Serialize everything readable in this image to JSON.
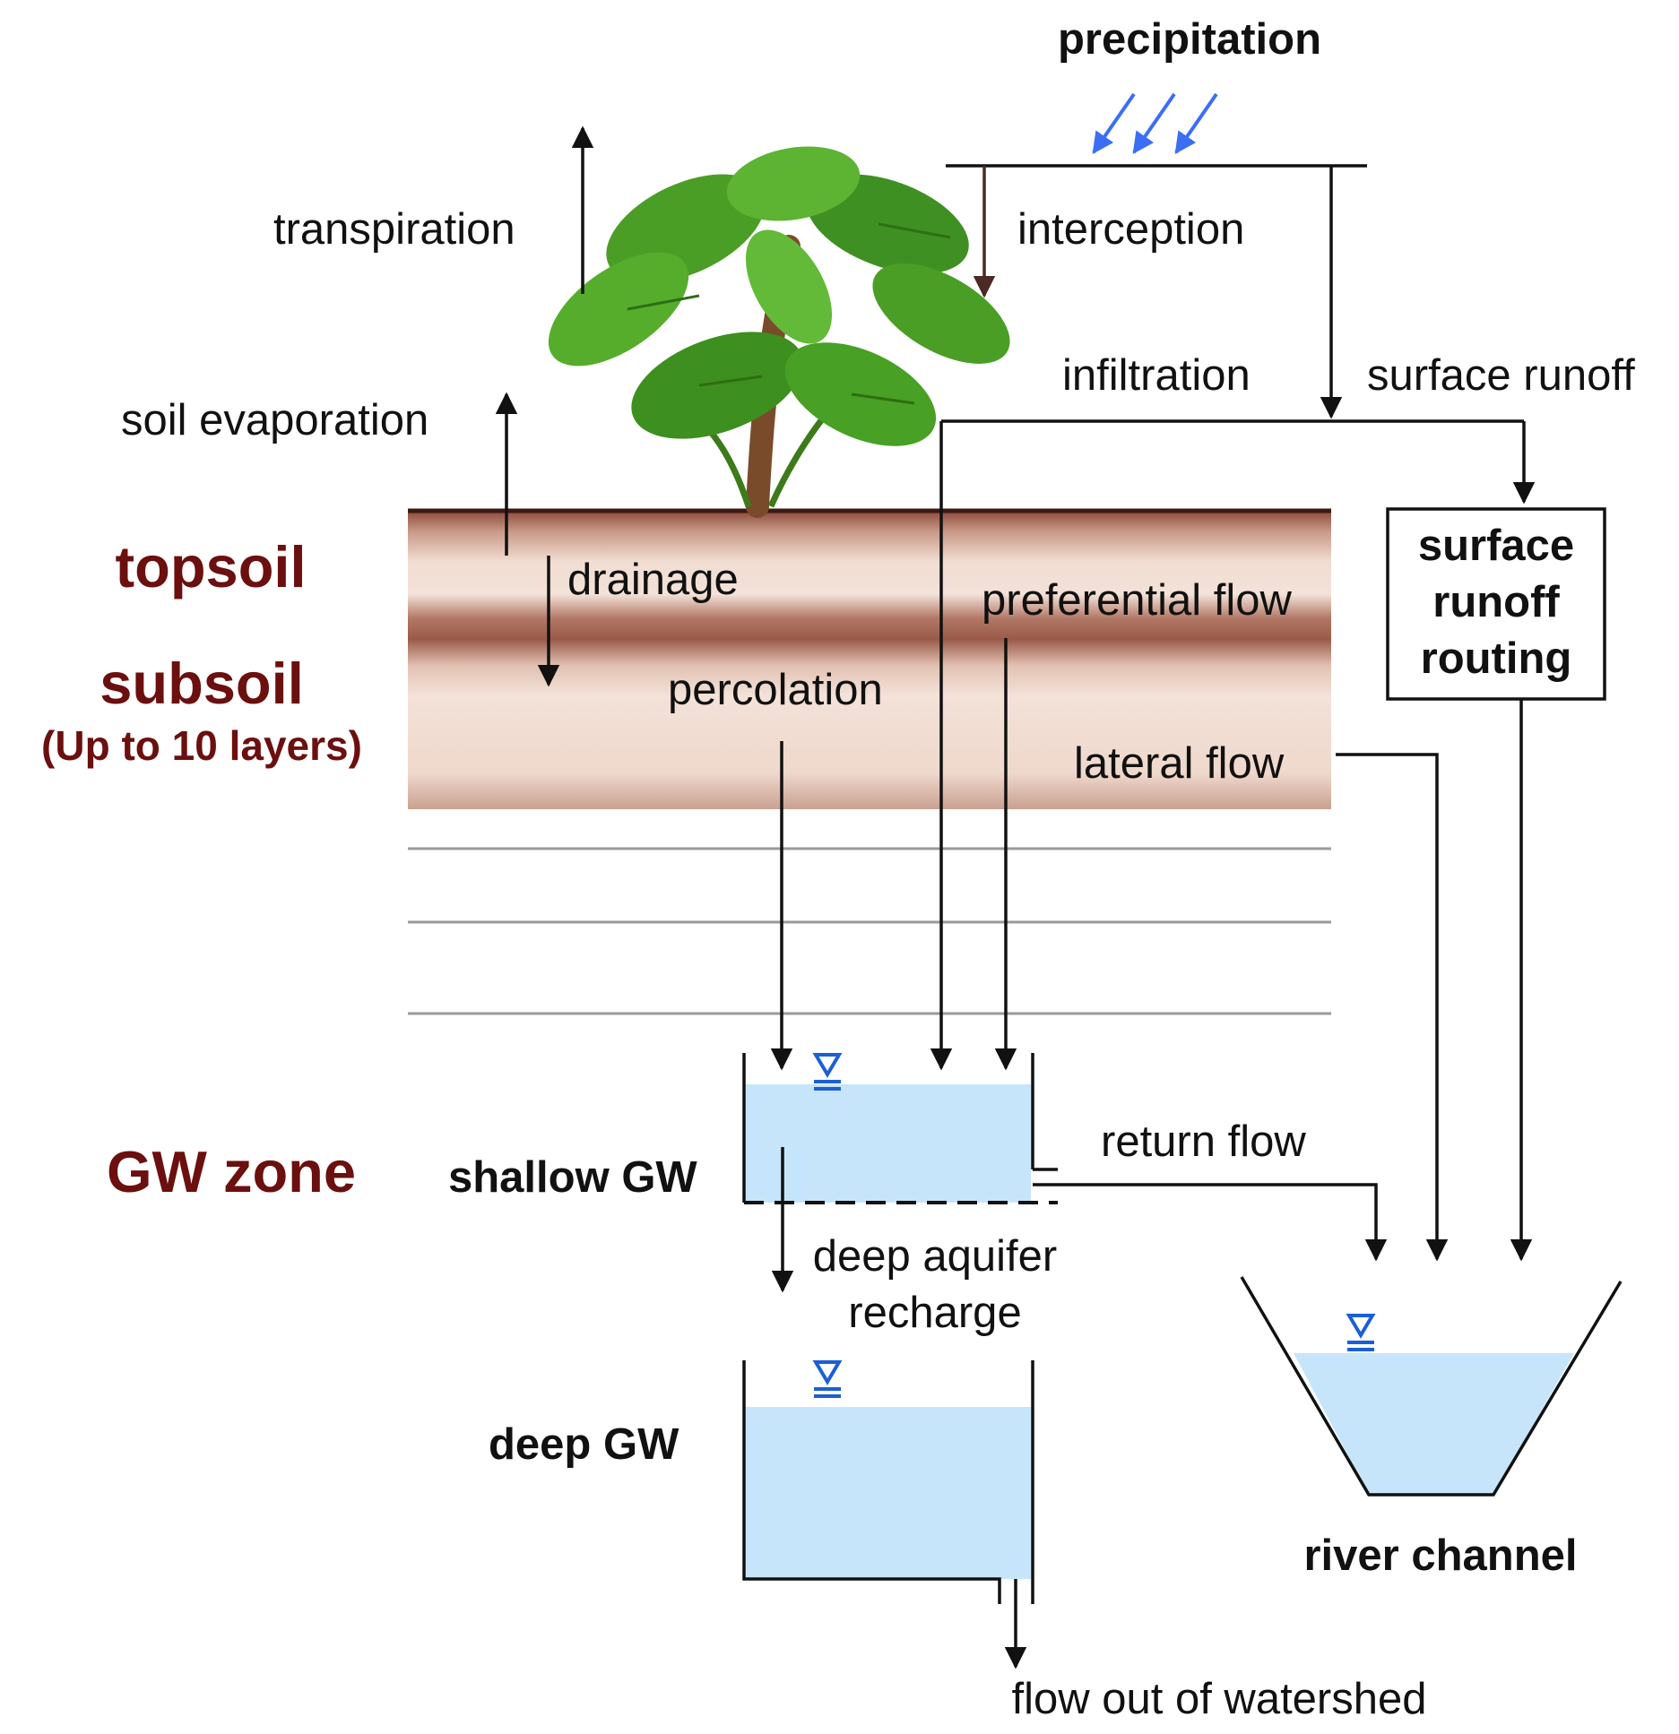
{
  "zones": {
    "topsoil": "topsoil",
    "subsoil": "subsoil",
    "subsoil_note": "(Up to 10 layers)",
    "gw_zone": "GW zone"
  },
  "processes": {
    "precipitation": "precipitation",
    "transpiration": "transpiration",
    "interception": "interception",
    "infiltration": "infiltration",
    "surface_runoff": "surface runoff",
    "soil_evaporation": "soil evaporation",
    "drainage": "drainage",
    "preferential_flow": "preferential flow",
    "percolation": "percolation",
    "lateral_flow": "lateral flow",
    "return_flow": "return flow",
    "deep_aquifer_recharge_line1": "deep aquifer",
    "deep_aquifer_recharge_line2": "recharge",
    "flow_out": "flow out of watershed"
  },
  "routing_box": {
    "line1": "surface",
    "line2": "runoff",
    "line3": "routing"
  },
  "reservoirs": {
    "shallow_gw": "shallow GW",
    "deep_gw": "deep GW",
    "river_channel": "river channel"
  },
  "colors": {
    "water": "#c7e5fa",
    "water_symbol": "#1a5fd6",
    "precip_arrow": "#3b6ef5",
    "zone_label": "#6b0f0f",
    "soil_dark": "#9c5e50",
    "soil_light": "#f1ddd2",
    "leaf": "#3f9a22"
  },
  "icons": {
    "water_level": "water-table-symbol",
    "plant": "plant-icon"
  }
}
